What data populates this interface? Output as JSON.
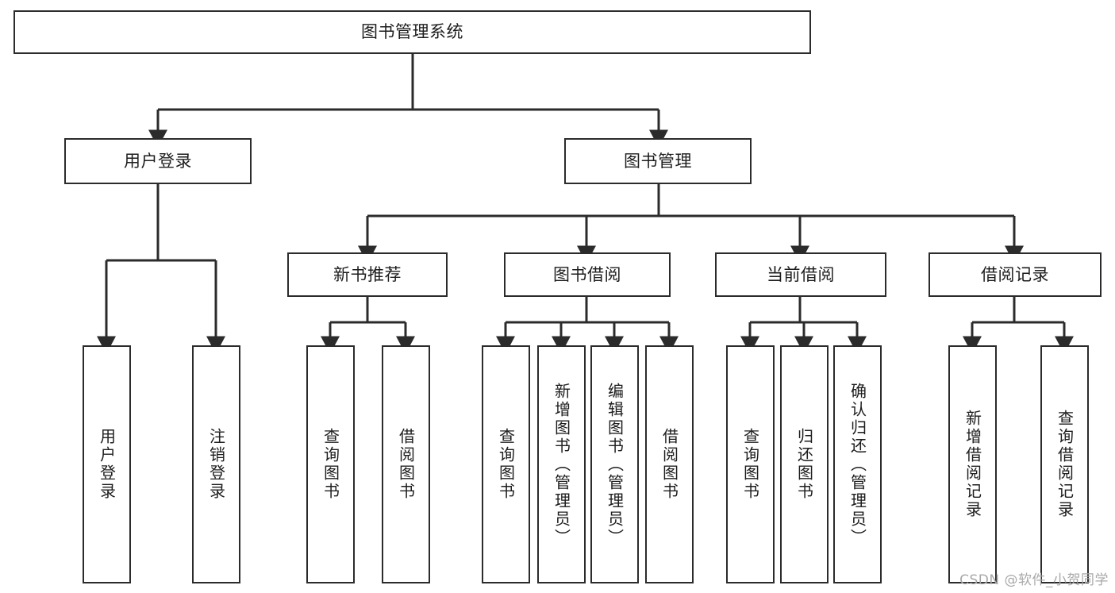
{
  "diagram": {
    "title": "图书管理系统",
    "type": "tree-hierarchy-diagram",
    "colors": {
      "stroke": "#2b2b2b",
      "fill": "#ffffff",
      "text": "#1d1d1d",
      "watermark": "#a8a8a8"
    },
    "root": {
      "label": "图书管理系统"
    },
    "level2": [
      {
        "label": "用户登录"
      },
      {
        "label": "图书管理"
      }
    ],
    "level3": [
      {
        "label": "新书推荐"
      },
      {
        "label": "图书借阅"
      },
      {
        "label": "当前借阅"
      },
      {
        "label": "借阅记录"
      }
    ],
    "leaves": {
      "user_login": [
        {
          "label": "用户登录"
        },
        {
          "label": "注销登录"
        }
      ],
      "new_book": [
        {
          "label": "查询图书"
        },
        {
          "label": "借阅图书"
        }
      ],
      "borrow_book": [
        {
          "label": "查询图书"
        },
        {
          "label": "新增图书（管理员）"
        },
        {
          "label": "编辑图书（管理员）"
        },
        {
          "label": "借阅图书"
        }
      ],
      "current_borrow": [
        {
          "label": "查询图书"
        },
        {
          "label": "归还图书"
        },
        {
          "label": "确认归还（管理员）"
        }
      ],
      "borrow_record": [
        {
          "label": "新增借阅记录"
        },
        {
          "label": "查询借阅记录"
        }
      ]
    }
  },
  "watermark": {
    "text": "CSDN @软件_小贺同学"
  }
}
